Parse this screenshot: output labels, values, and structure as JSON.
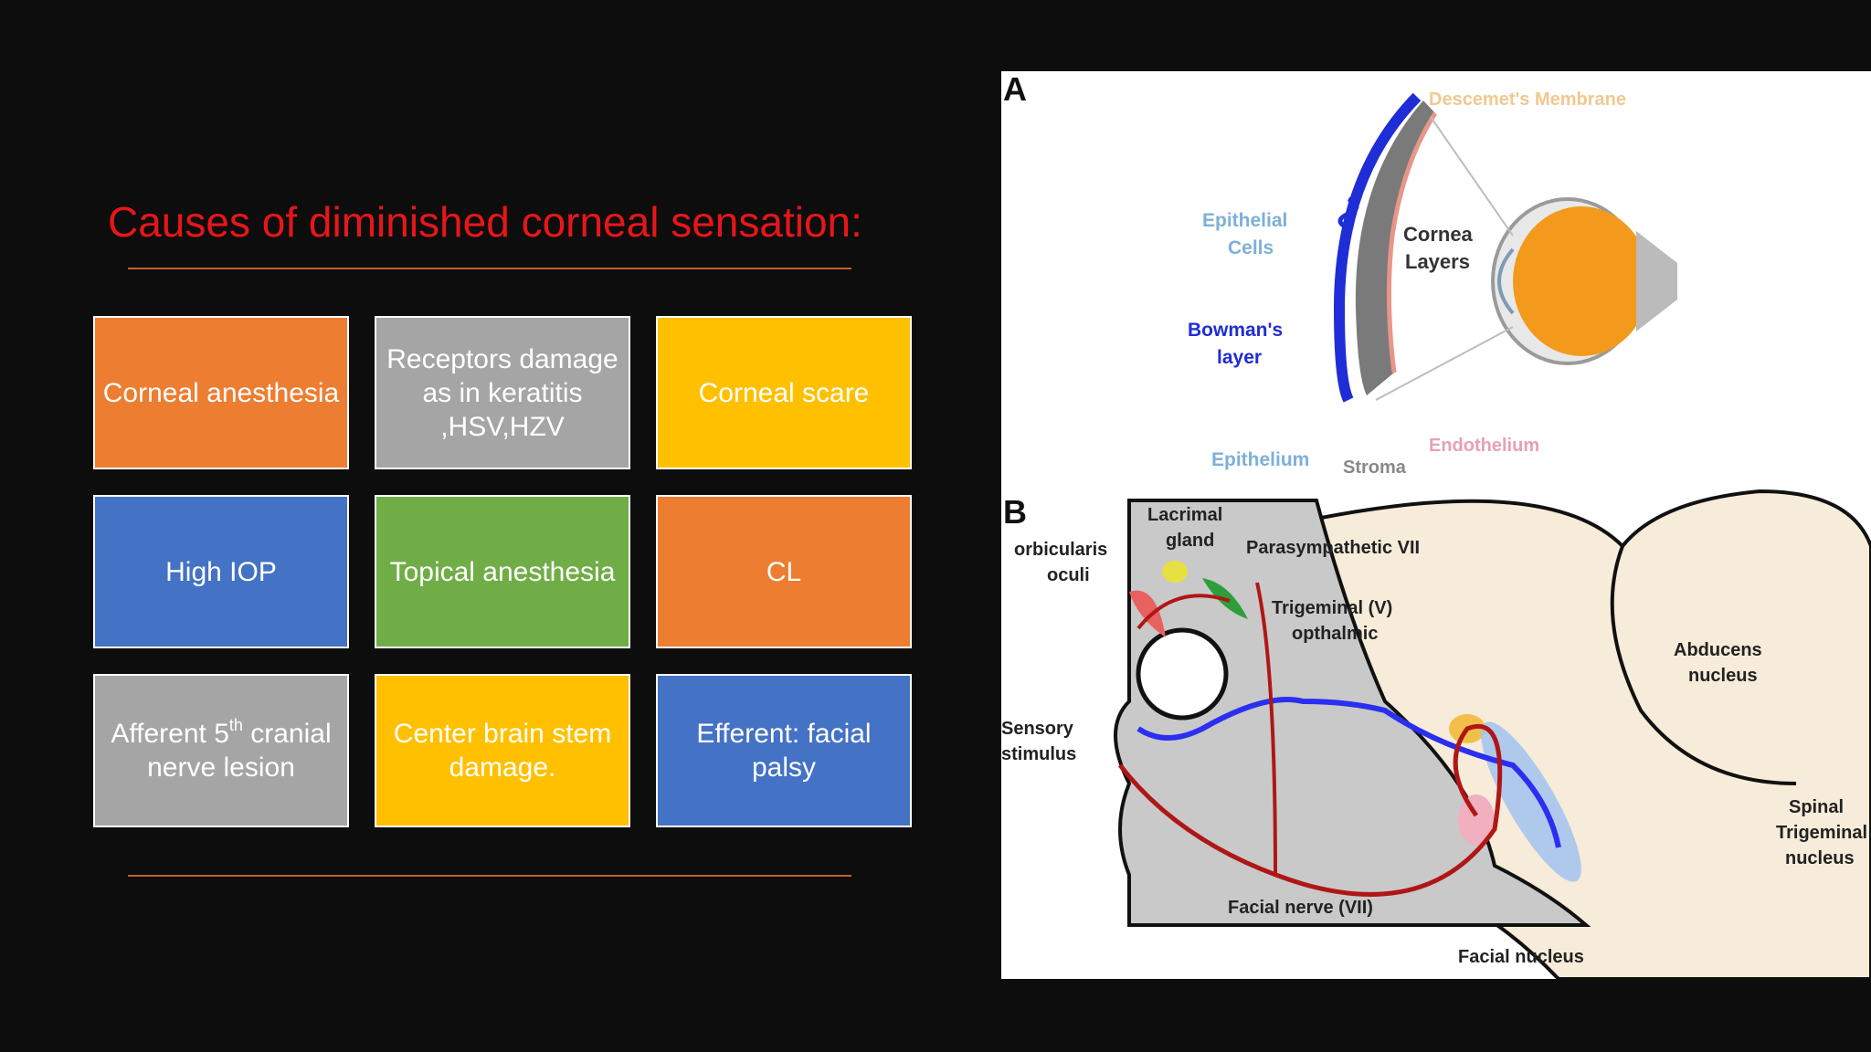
{
  "slide": {
    "title": "Causes of diminished corneal sensation:"
  },
  "causes": [
    {
      "text": "Corneal anesthesia",
      "color": "#ed7d31"
    },
    {
      "text": "Receptors damage as in keratitis ,HSV,HZV",
      "color": "#a5a5a5"
    },
    {
      "text": "Corneal scare",
      "color": "#ffc000"
    },
    {
      "text": "High IOP",
      "color": "#4472c4"
    },
    {
      "text": "Topical anesthesia",
      "color": "#70ad47"
    },
    {
      "text": "CL",
      "color": "#ed7d31"
    },
    {
      "text_before": "Afferent 5",
      "sup": "th",
      "text_after": " cranial nerve lesion",
      "color": "#a5a5a5"
    },
    {
      "text": "Center brain stem damage.",
      "color": "#ffc000"
    },
    {
      "text": "Efferent: facial palsy",
      "color": "#4472c4"
    }
  ],
  "figure": {
    "panel_a": {
      "letter": "A",
      "labels": {
        "descemet": "Descemet's Membrane",
        "epithelial_cells": [
          "Epithelial",
          "Cells"
        ],
        "cornea_layers": [
          "Cornea",
          "Layers"
        ],
        "bowmans": [
          "Bowman's",
          "layer"
        ],
        "epithelium": "Epithelium",
        "stroma": "Stroma",
        "endothelium": "Endothelium"
      }
    },
    "panel_b": {
      "letter": "B",
      "labels": {
        "lacrimal": [
          "Lacrimal",
          "gland"
        ],
        "orbicularis": [
          "orbicularis",
          "oculi"
        ],
        "parasympathetic": "Parasympathetic VII",
        "trigeminal": [
          "Trigeminal (V)",
          "opthalmic"
        ],
        "abducens": [
          "Abducens",
          "nucleus"
        ],
        "sensory": [
          "Sensory",
          "stimulus"
        ],
        "spinal": [
          "Spinal",
          "Trigeminal",
          "nucleus"
        ],
        "facial_nerve": "Facial nerve (VII)",
        "facial_nucleus": "Facial nucleus"
      }
    },
    "colors": {
      "afferent": "#2a2ff0",
      "efferent": "#b01616",
      "eye": "#f39a1c",
      "brain": "#f6ecd9",
      "skull": "#c9c9c9"
    }
  }
}
